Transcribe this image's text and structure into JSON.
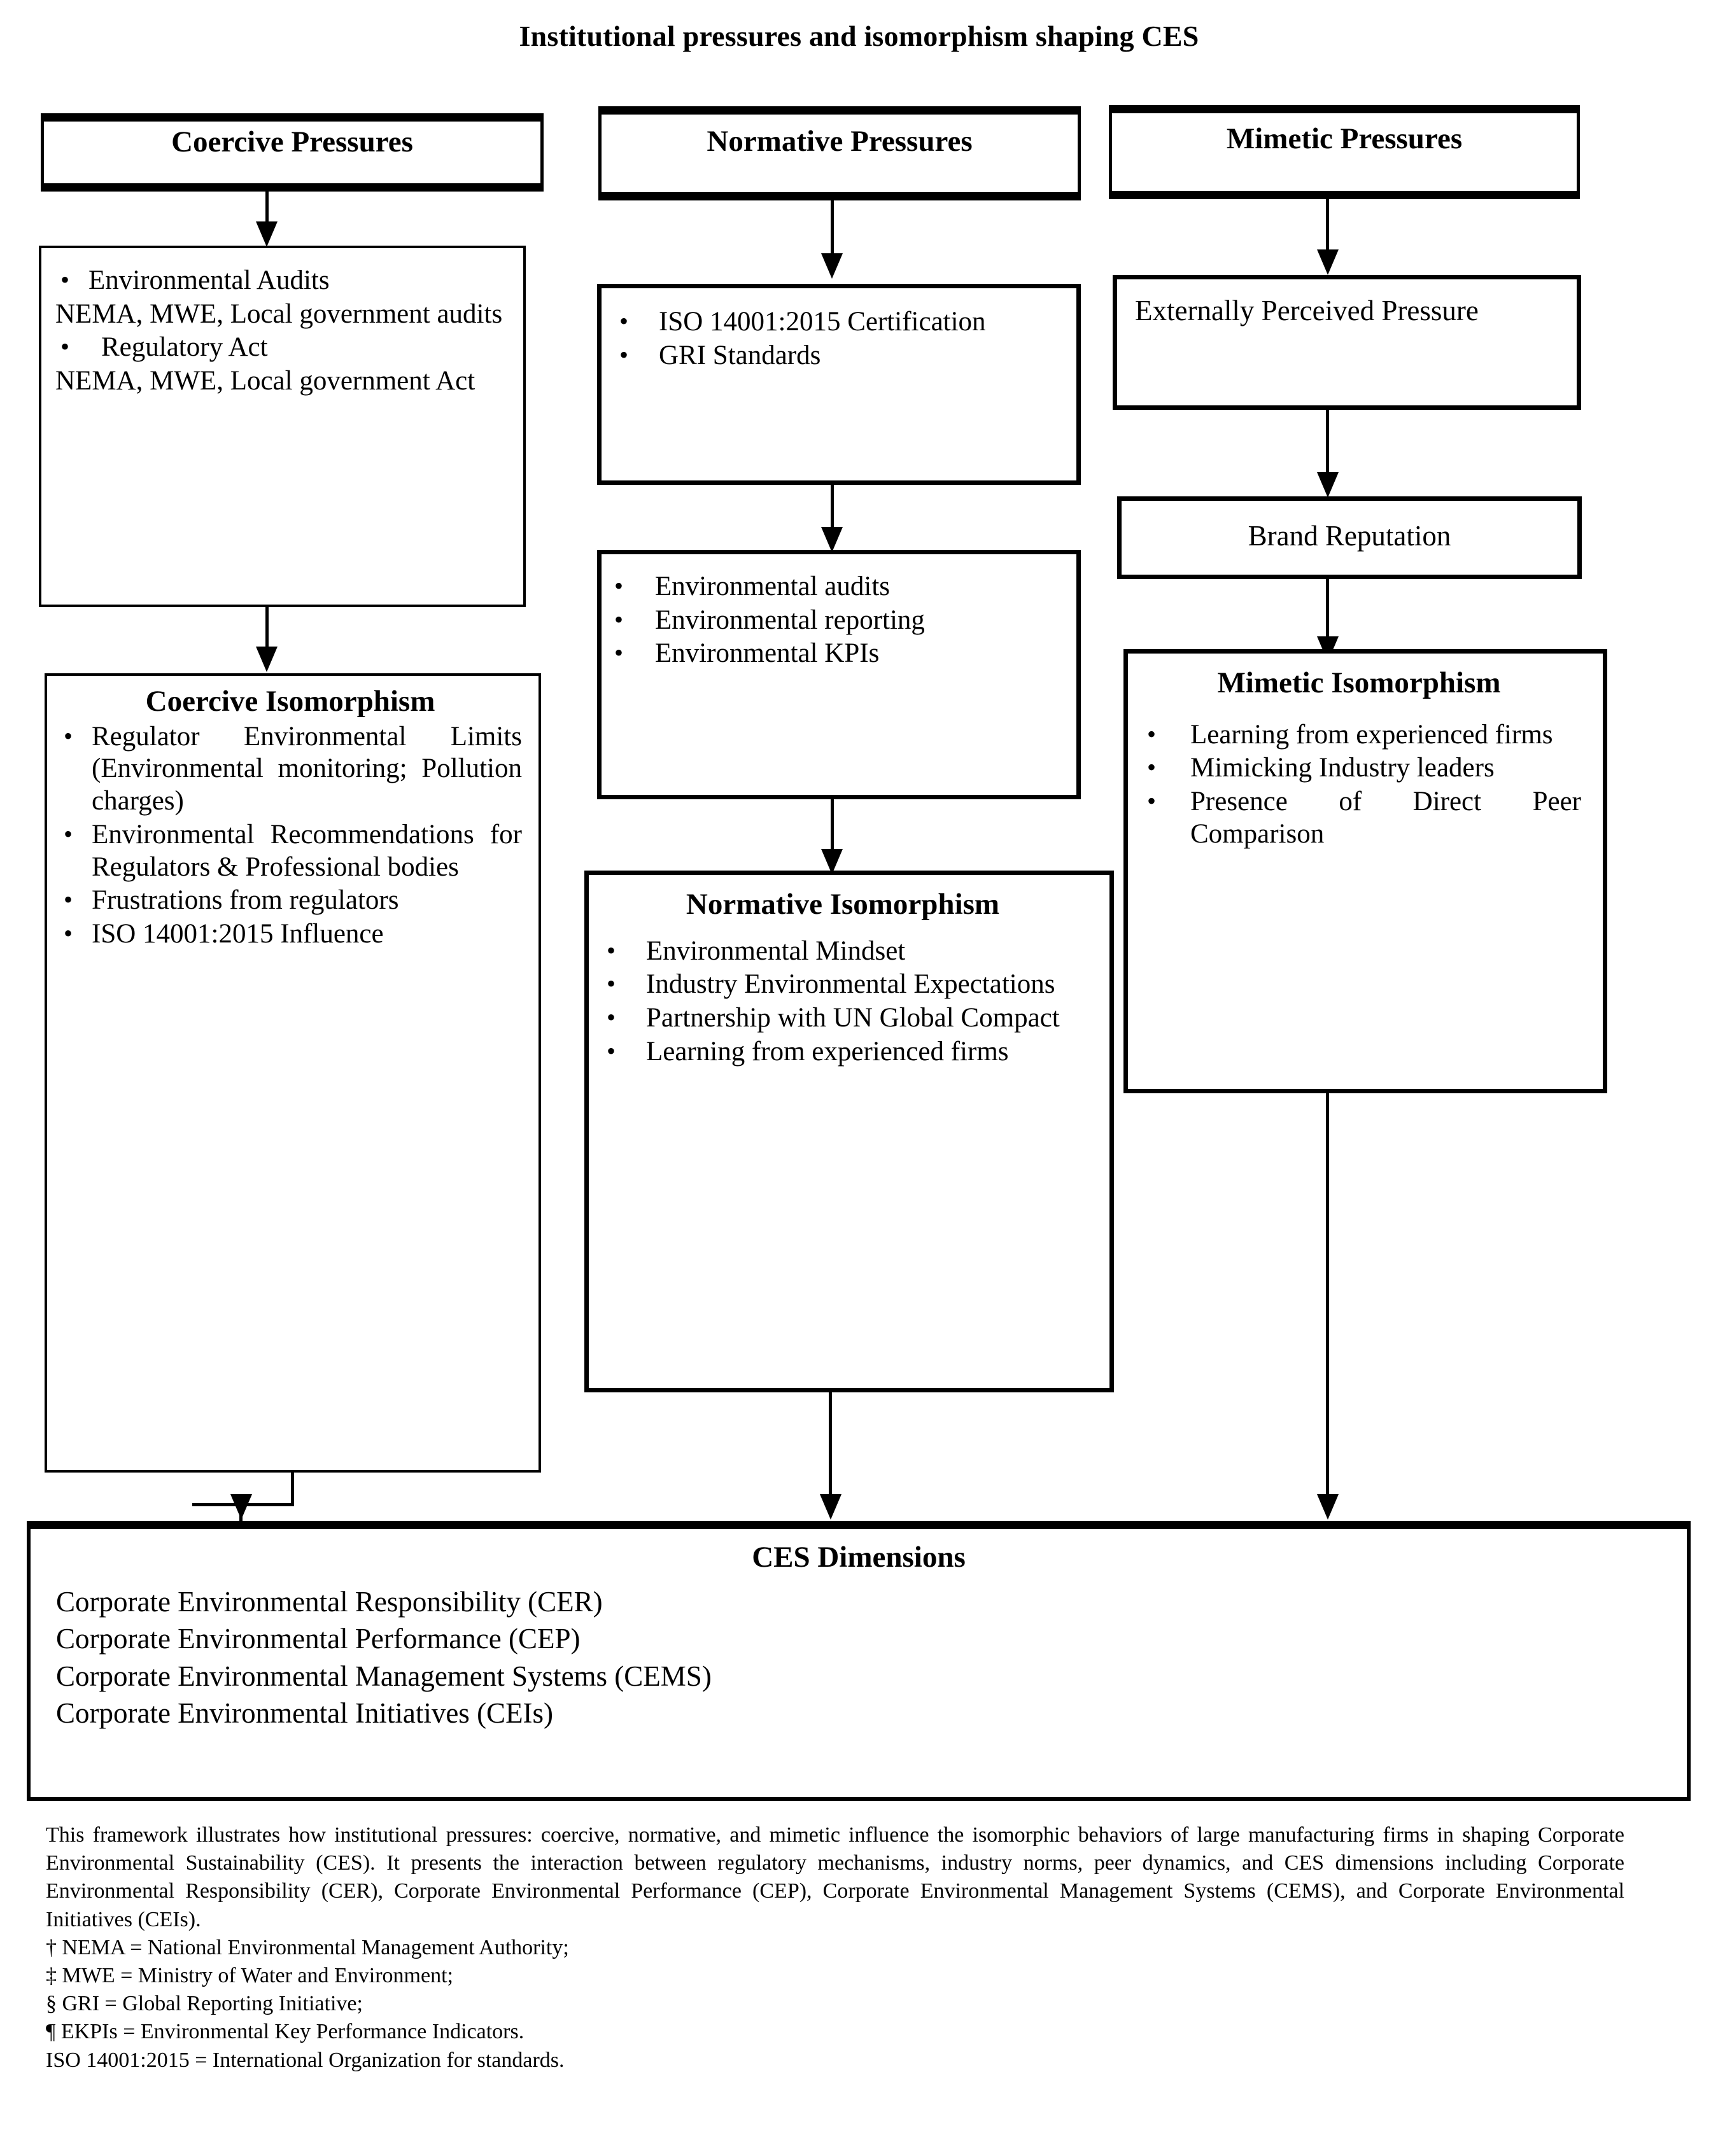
{
  "figure": {
    "title": "Institutional pressures and isomorphism shaping CES"
  },
  "columns": {
    "coercive": {
      "header": "Coercive Pressures",
      "sources_box": {
        "items": [
          {
            "bullet": "Environmental Audits",
            "detail": "NEMA, MWE, Local government audits"
          },
          {
            "bullet": "Regulatory Act",
            "detail": "NEMA, MWE, Local government Act"
          }
        ]
      },
      "isomorphism_box": {
        "title": "Coercive Isomorphism",
        "items": [
          "Regulator Environmental Limits (Environmental monitoring; Pollution charges)",
          "Environmental Recommendations for Regulators & Professional bodies",
          "Frustrations from regulators",
          "ISO 14001:2015 Influence"
        ]
      }
    },
    "normative": {
      "header": "Normative Pressures",
      "standards_box": {
        "items": [
          "ISO 14001:2015 Certification",
          "GRI Standards"
        ]
      },
      "practices_box": {
        "items": [
          "Environmental audits",
          "Environmental reporting",
          "Environmental KPIs"
        ]
      },
      "isomorphism_box": {
        "title": "Normative Isomorphism",
        "items": [
          "Environmental Mindset",
          "Industry Environmental Expectations",
          "Partnership with UN Global Compact",
          "Learning from experienced firms"
        ]
      }
    },
    "mimetic": {
      "header": "Mimetic Pressures",
      "pressure_box": {
        "text": "Externally Perceived Pressure"
      },
      "brand_box": {
        "text": "Brand Reputation"
      },
      "isomorphism_box": {
        "title": "Mimetic Isomorphism",
        "items": [
          "Learning from experienced firms",
          "Mimicking Industry leaders",
          "Presence of Direct Peer Comparison"
        ]
      }
    }
  },
  "outcome_box": {
    "title": "CES Dimensions",
    "lines": [
      "Corporate Environmental Responsibility (CER)",
      " Corporate Environmental Performance (CEP)",
      "Corporate Environmental Management Systems (CEMS)",
      "Corporate Environmental Initiatives (CEIs)"
    ]
  },
  "caption": {
    "paragraph": "This framework illustrates how institutional pressures: coercive, normative, and mimetic influence the isomorphic behaviors of large manufacturing firms in shaping Corporate Environmental Sustainability (CES). It presents the interaction between regulatory mechanisms, industry norms, peer dynamics, and CES dimensions including Corporate Environmental Responsibility (CER), Corporate Environmental Performance (CEP), Corporate Environmental Management Systems (CEMS), and Corporate Environmental Initiatives (CEIs).",
    "notes": [
      "† NEMA = National Environmental Management Authority;",
      "‡ MWE = Ministry of Water and Environment;",
      "§ GRI = Global Reporting Initiative;",
      "¶ EKPIs = Environmental Key Performance Indicators.",
      "ISO 14001:2015 = International Organization for standards."
    ]
  },
  "colors": {
    "ink": "#000000",
    "paper": "#ffffff"
  }
}
